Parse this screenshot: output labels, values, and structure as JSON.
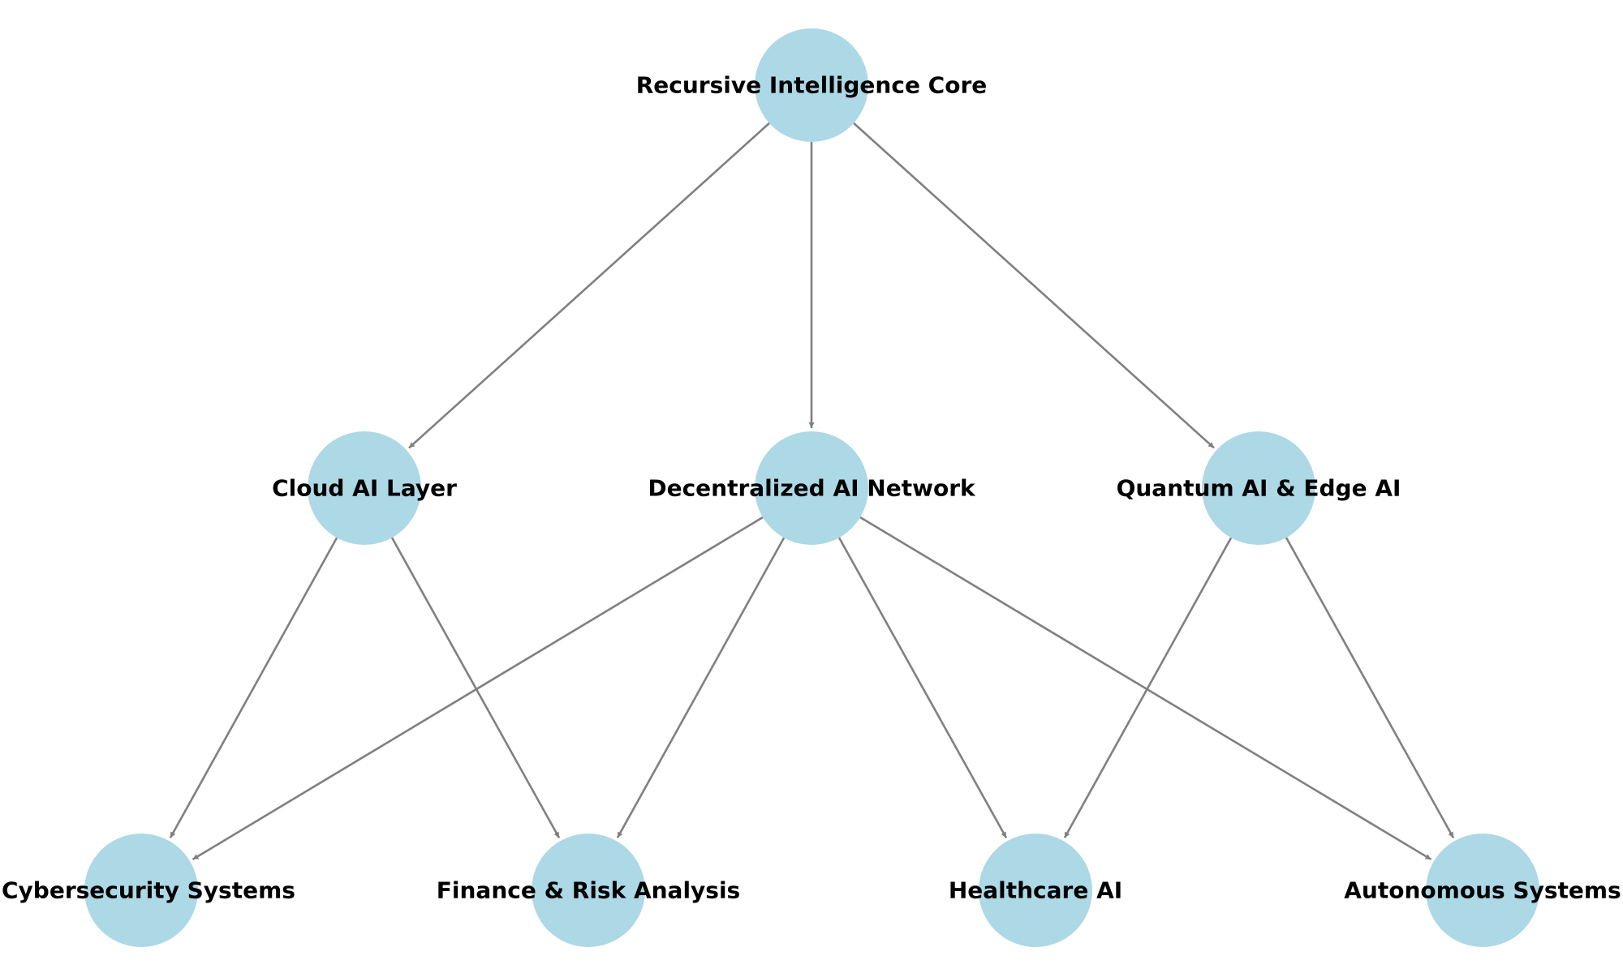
{
  "diagram": {
    "type": "directed-graph",
    "colors": {
      "node_fill": "#add8e6",
      "edge": "#808080",
      "label": "#000000"
    },
    "nodes": [
      {
        "id": "core",
        "label": "Recursive Intelligence Core",
        "level": 0
      },
      {
        "id": "cloud",
        "label": "Cloud AI Layer",
        "level": 1
      },
      {
        "id": "decentral",
        "label": "Decentralized AI Network",
        "level": 1
      },
      {
        "id": "quantum",
        "label": "Quantum AI & Edge AI",
        "level": 1
      },
      {
        "id": "cyber",
        "label": "Cybersecurity Systems",
        "level": 2
      },
      {
        "id": "finance",
        "label": "Finance & Risk Analysis",
        "level": 2
      },
      {
        "id": "health",
        "label": "Healthcare AI",
        "level": 2
      },
      {
        "id": "auto",
        "label": "Autonomous Systems",
        "level": 2
      }
    ],
    "edges": [
      {
        "from": "core",
        "to": "cloud"
      },
      {
        "from": "core",
        "to": "decentral"
      },
      {
        "from": "core",
        "to": "quantum"
      },
      {
        "from": "cloud",
        "to": "cyber"
      },
      {
        "from": "cloud",
        "to": "finance"
      },
      {
        "from": "decentral",
        "to": "cyber"
      },
      {
        "from": "decentral",
        "to": "finance"
      },
      {
        "from": "decentral",
        "to": "health"
      },
      {
        "from": "decentral",
        "to": "auto"
      },
      {
        "from": "quantum",
        "to": "health"
      },
      {
        "from": "quantum",
        "to": "auto"
      }
    ]
  }
}
